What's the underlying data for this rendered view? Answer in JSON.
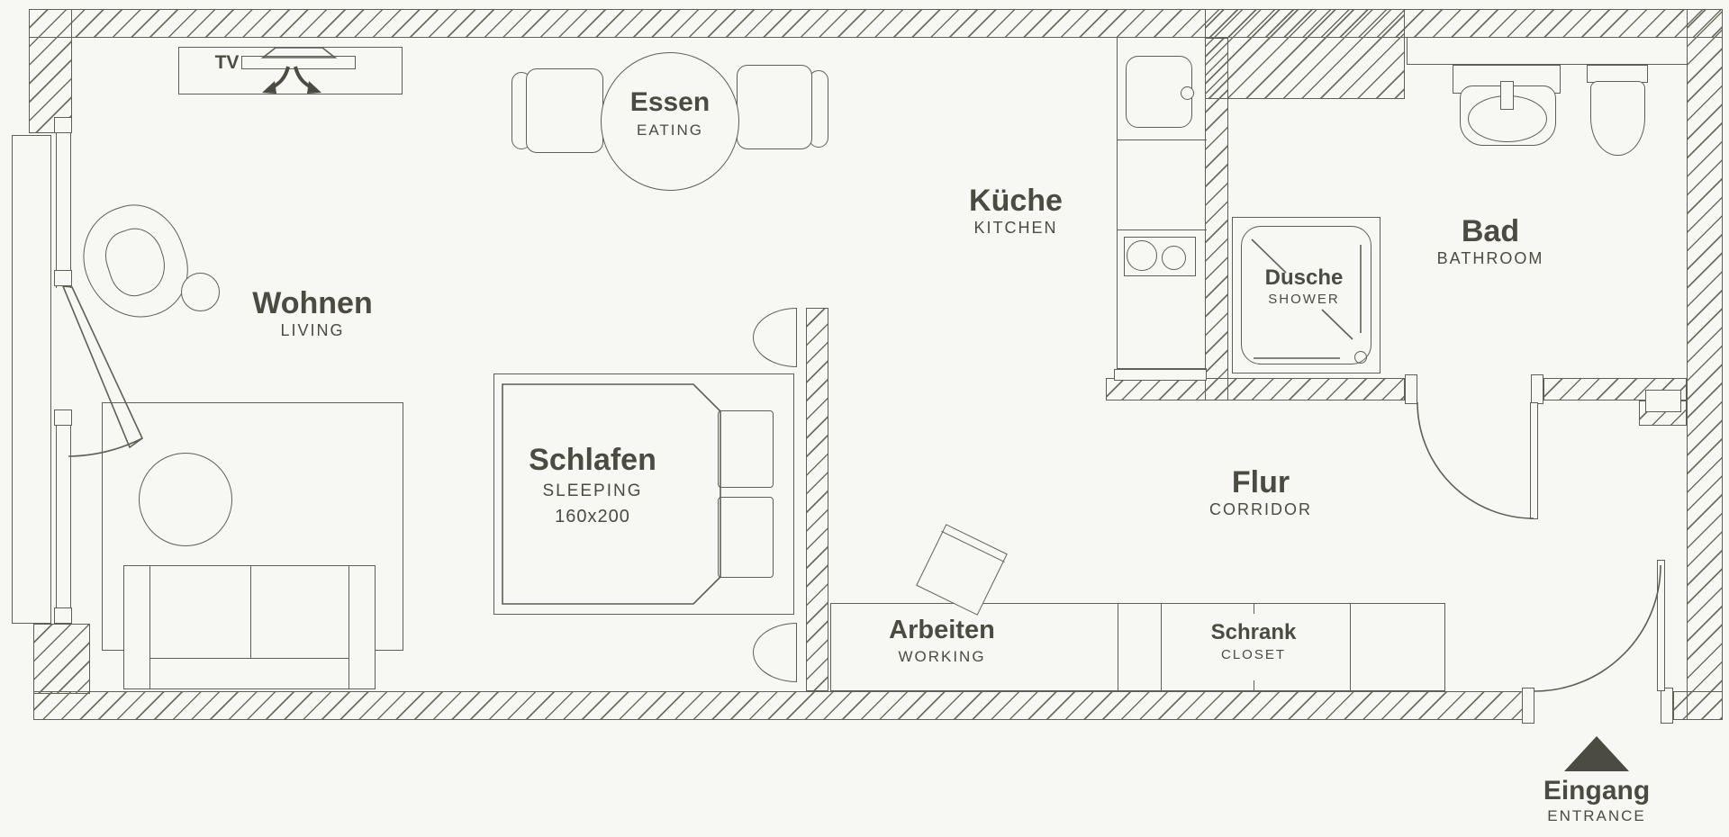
{
  "plan": {
    "rooms": {
      "living": {
        "de": "Wohnen",
        "en": "LIVING"
      },
      "eating": {
        "de": "Essen",
        "en": "EATING"
      },
      "kitchen": {
        "de": "Küche",
        "en": "KITCHEN"
      },
      "bathroom": {
        "de": "Bad",
        "en": "BATHROOM"
      },
      "shower": {
        "de": "Dusche",
        "en": "SHOWER"
      },
      "sleeping": {
        "de": "Schlafen",
        "en": "SLEEPING",
        "size": "160x200"
      },
      "corridor": {
        "de": "Flur",
        "en": "CORRIDOR"
      },
      "working": {
        "de": "Arbeiten",
        "en": "WORKING"
      },
      "closet": {
        "de": "Schrank",
        "en": "CLOSET"
      },
      "entrance": {
        "de": "Eingang",
        "en": "ENTRANCE"
      }
    },
    "tv_label": "TV",
    "colors": {
      "line": "#5f5f55",
      "hatch": "#6e6e63",
      "text": "#4b4b42",
      "background": "#f7f7f3"
    }
  }
}
